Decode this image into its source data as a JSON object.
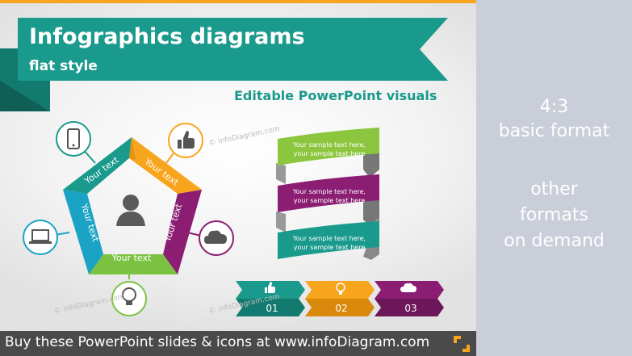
{
  "slide": {
    "title": "Infographics diagrams",
    "subtitle": "flat style",
    "tagline": "Editable PowerPoint visuals",
    "watermark": "© infoDiagram.com"
  },
  "pentagon": {
    "segments": [
      {
        "label": "Your text",
        "color": "#f7a51c"
      },
      {
        "label": "Your text",
        "color": "#8b1e73"
      },
      {
        "label": "Your text",
        "color": "#7cc242"
      },
      {
        "label": "Your text",
        "color": "#1aa3c4"
      },
      {
        "label": "Your text",
        "color": "#1a9a8c"
      }
    ],
    "icons": [
      {
        "name": "smartphone-icon",
        "color": "#1a9a8c"
      },
      {
        "name": "thumbs-up-icon",
        "color": "#f7a51c"
      },
      {
        "name": "cloud-icon",
        "color": "#8b1e73"
      },
      {
        "name": "lightbulb-icon",
        "color": "#7cc242"
      },
      {
        "name": "laptop-icon",
        "color": "#1aa3c4"
      }
    ]
  },
  "ribbon": {
    "bands": [
      {
        "text1": "Your sample text here,",
        "text2": "your sample text here",
        "color": "#8cc63f"
      },
      {
        "text1": "Your sample text here,",
        "text2": "your sample text here",
        "color": "#8b1e73"
      },
      {
        "text1": "Your sample text here,",
        "text2": "your sample text here",
        "color": "#1a9a8c"
      }
    ]
  },
  "steps": [
    {
      "number": "01",
      "icon": "thumbs-up-icon",
      "color": "#1a9a8c",
      "dark": "#137a6f"
    },
    {
      "number": "02",
      "icon": "lightbulb-icon",
      "color": "#f7a51c",
      "dark": "#d9890b"
    },
    {
      "number": "03",
      "icon": "cloud-icon",
      "color": "#8b1e73",
      "dark": "#6d165a"
    }
  ],
  "side": {
    "format": "4:3",
    "format_label": "basic format",
    "other_line1": "other",
    "other_line2": "formats",
    "other_line3": "on demand"
  },
  "footer": {
    "text": "Buy these PowerPoint slides & icons at www.infoDiagram.com"
  },
  "colors": {
    "teal": "#1a9a8c",
    "orange": "#f7a51c",
    "purple": "#8b1e73",
    "green": "#7cc242",
    "blue": "#1aa3c4",
    "side_panel": "#c9ced8",
    "footer": "#4a4a4a"
  }
}
